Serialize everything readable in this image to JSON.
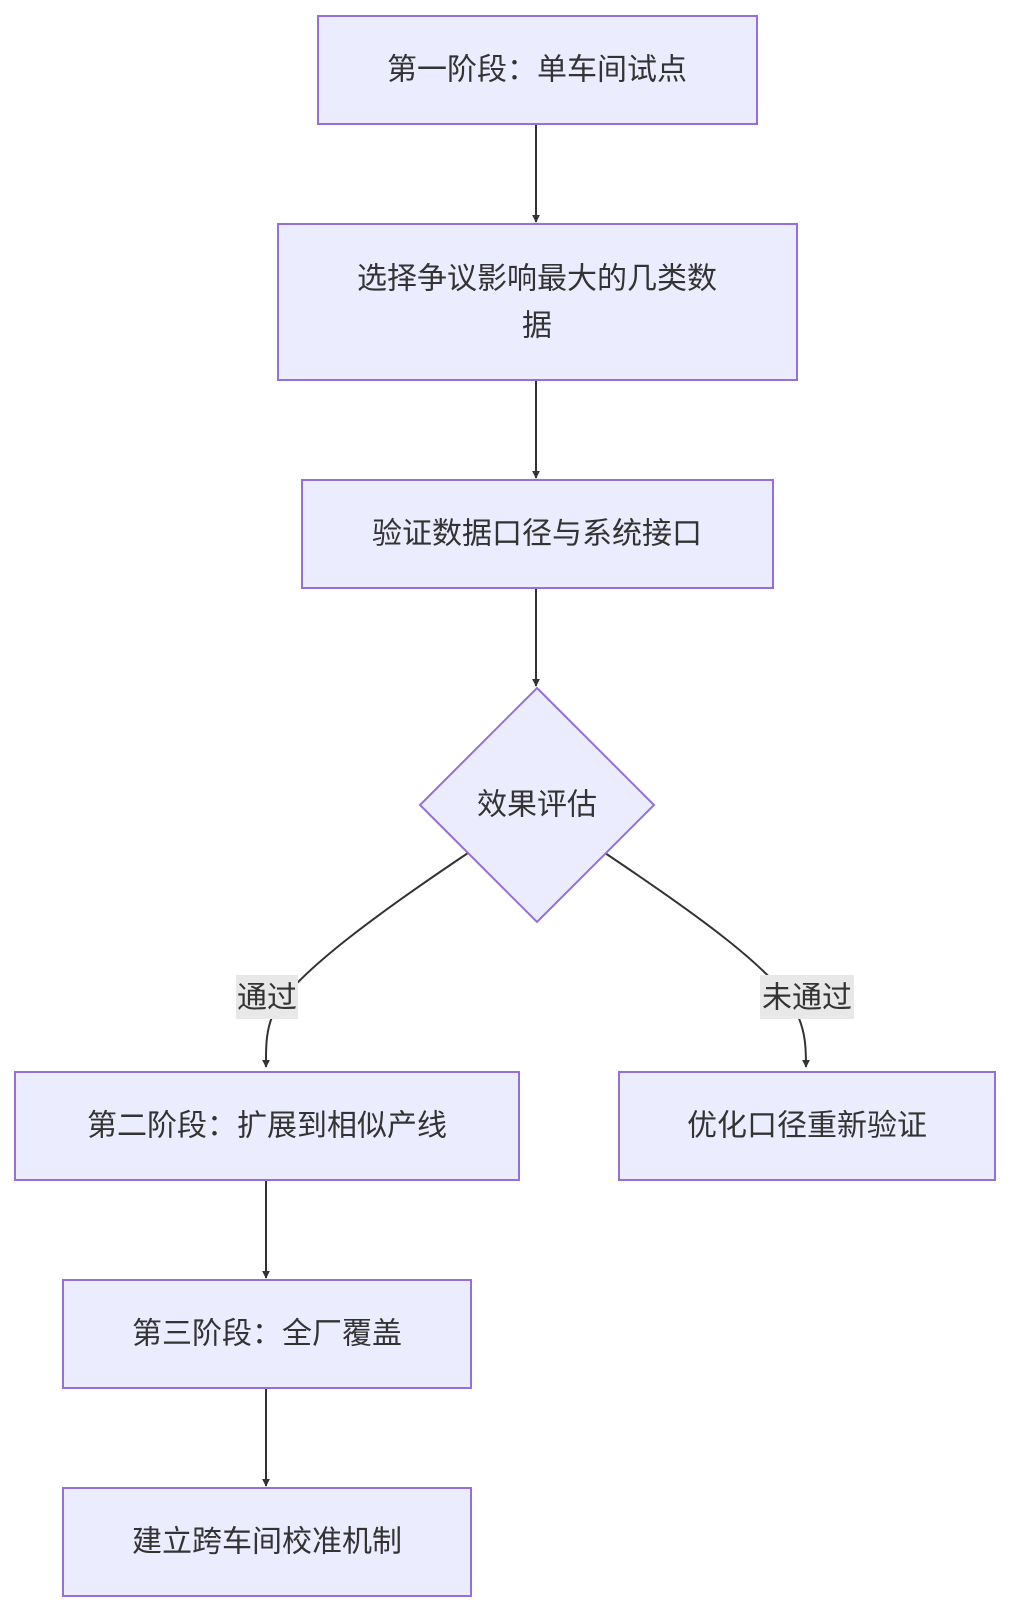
{
  "nodes": {
    "stage1": "第一阶段：单车间试点",
    "select_data_line1": "选择争议影响最大的几类数",
    "select_data_line2": "据",
    "verify": "验证数据口径与系统接口",
    "evaluate": "效果评估",
    "stage2": "第二阶段：扩展到相似产线",
    "optimize": "优化口径重新验证",
    "stage3": "第三阶段：全厂覆盖",
    "calibration": "建立跨车间校准机制"
  },
  "edges": {
    "pass_label": "通过",
    "fail_label": "未通过"
  },
  "colors": {
    "node_fill": "#ECECFF",
    "node_stroke": "#9370DB",
    "edge": "#333333",
    "label_bg": "#E8E8E8",
    "text": "#333333"
  }
}
